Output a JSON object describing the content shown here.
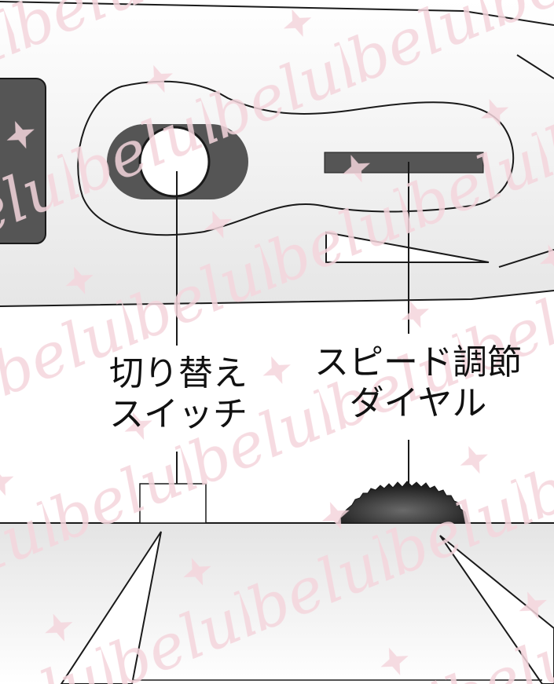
{
  "watermark": {
    "text": "belulu",
    "color": "#f4d5dc",
    "repeat": true
  },
  "colors": {
    "device_fill": "#ececec",
    "outline": "#1a1a1a",
    "dark_part": "#555555",
    "dial_dark": "#2e2e2e"
  },
  "labels": {
    "switch": {
      "line1": "切り替え",
      "line2": "スイッチ"
    },
    "dial": {
      "line1": "スピード調節",
      "line2": "ダイヤル"
    }
  }
}
